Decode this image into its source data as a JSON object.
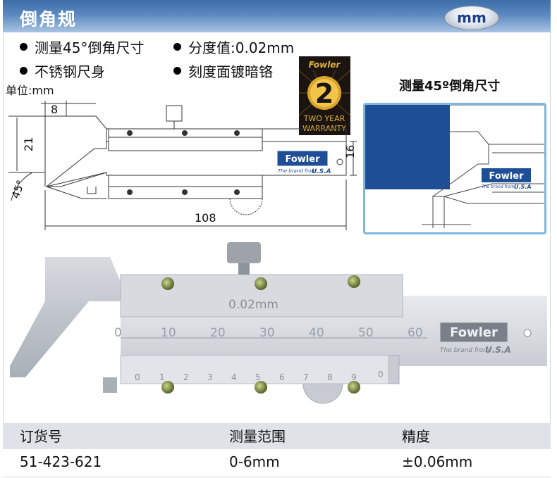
{
  "title": "倒角规",
  "unit_badge": "mm",
  "features": [
    "测量45°倒角尺寸",
    "分度值:0.02mm",
    "不锈钢尺身",
    "刻度面镀暗铬"
  ],
  "warranty": {
    "brand": "Fowler",
    "years": "2",
    "line1": "TWO YEAR",
    "line2": "WARRANTY"
  },
  "diagram": {
    "unit_label": "单位:mm",
    "dims": {
      "top": "8",
      "left_height": "21",
      "angle": "45°",
      "right_height": "16",
      "length": "108"
    },
    "brand": "Fowler",
    "tagline": "The brand from",
    "origin": "U.S.A"
  },
  "inset": {
    "label": "测量45º倒角尺寸",
    "brand": "Fowler",
    "tagline": "The brand from",
    "origin": "U.S.A"
  },
  "photo": {
    "resolution": "0.02mm",
    "main_scale": [
      "0",
      "10",
      "20",
      "30",
      "40",
      "50",
      "60"
    ],
    "vernier_scale": [
      "0",
      "1",
      "2",
      "3",
      "4",
      "5",
      "6",
      "7",
      "8",
      "9",
      "0"
    ],
    "brand": "Fowler",
    "tagline": "The brand from",
    "origin": "U.S.A"
  },
  "spec_table": {
    "headers": [
      "订货号",
      "测量范围",
      "精度"
    ],
    "row": [
      "51-423-621",
      "0-6mm",
      "±0.06mm"
    ]
  },
  "colors": {
    "title_bar": "#3d6ea8",
    "inset_border": "#7fb7e0",
    "inset_fill": "#1e4f96",
    "table_header": "#dfe2e6"
  }
}
